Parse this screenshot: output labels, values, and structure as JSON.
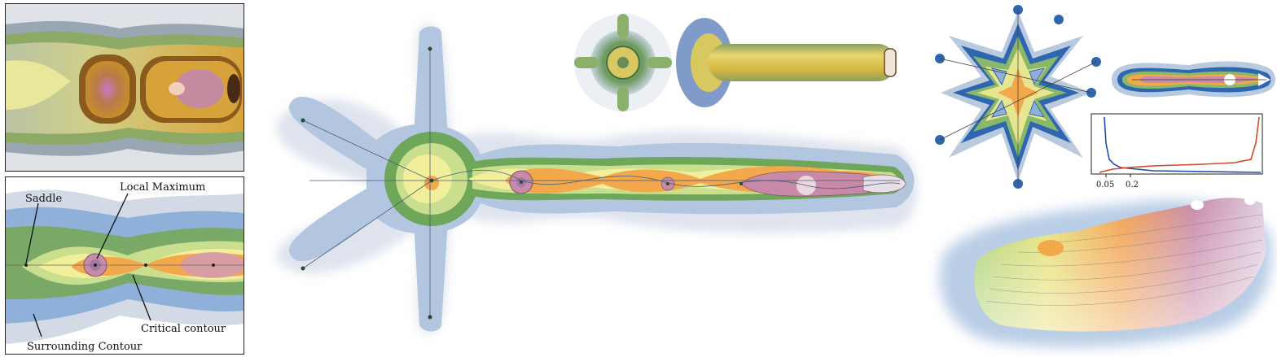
{
  "labels": {
    "saddle": "Saddle",
    "local_maximum": "Local Maximum",
    "critical_contour": "Critical contour",
    "surrounding_contour": "Surrounding Contour"
  },
  "plot": {
    "tick_labels": [
      "0.05",
      "0.2"
    ],
    "series_colors": [
      "#1f4ea8",
      "#d1492a"
    ]
  },
  "colors": {
    "outer_blue": "#b9c9de",
    "mid_blue": "#8fb0d8",
    "green": "#6ea65a",
    "light_green": "#c9df8e",
    "yellow": "#f1ee9c",
    "orange": "#f2a84b",
    "pink": "#c98aa8",
    "purple": "#a27aa5",
    "skeleton": "#4a5a7a"
  }
}
